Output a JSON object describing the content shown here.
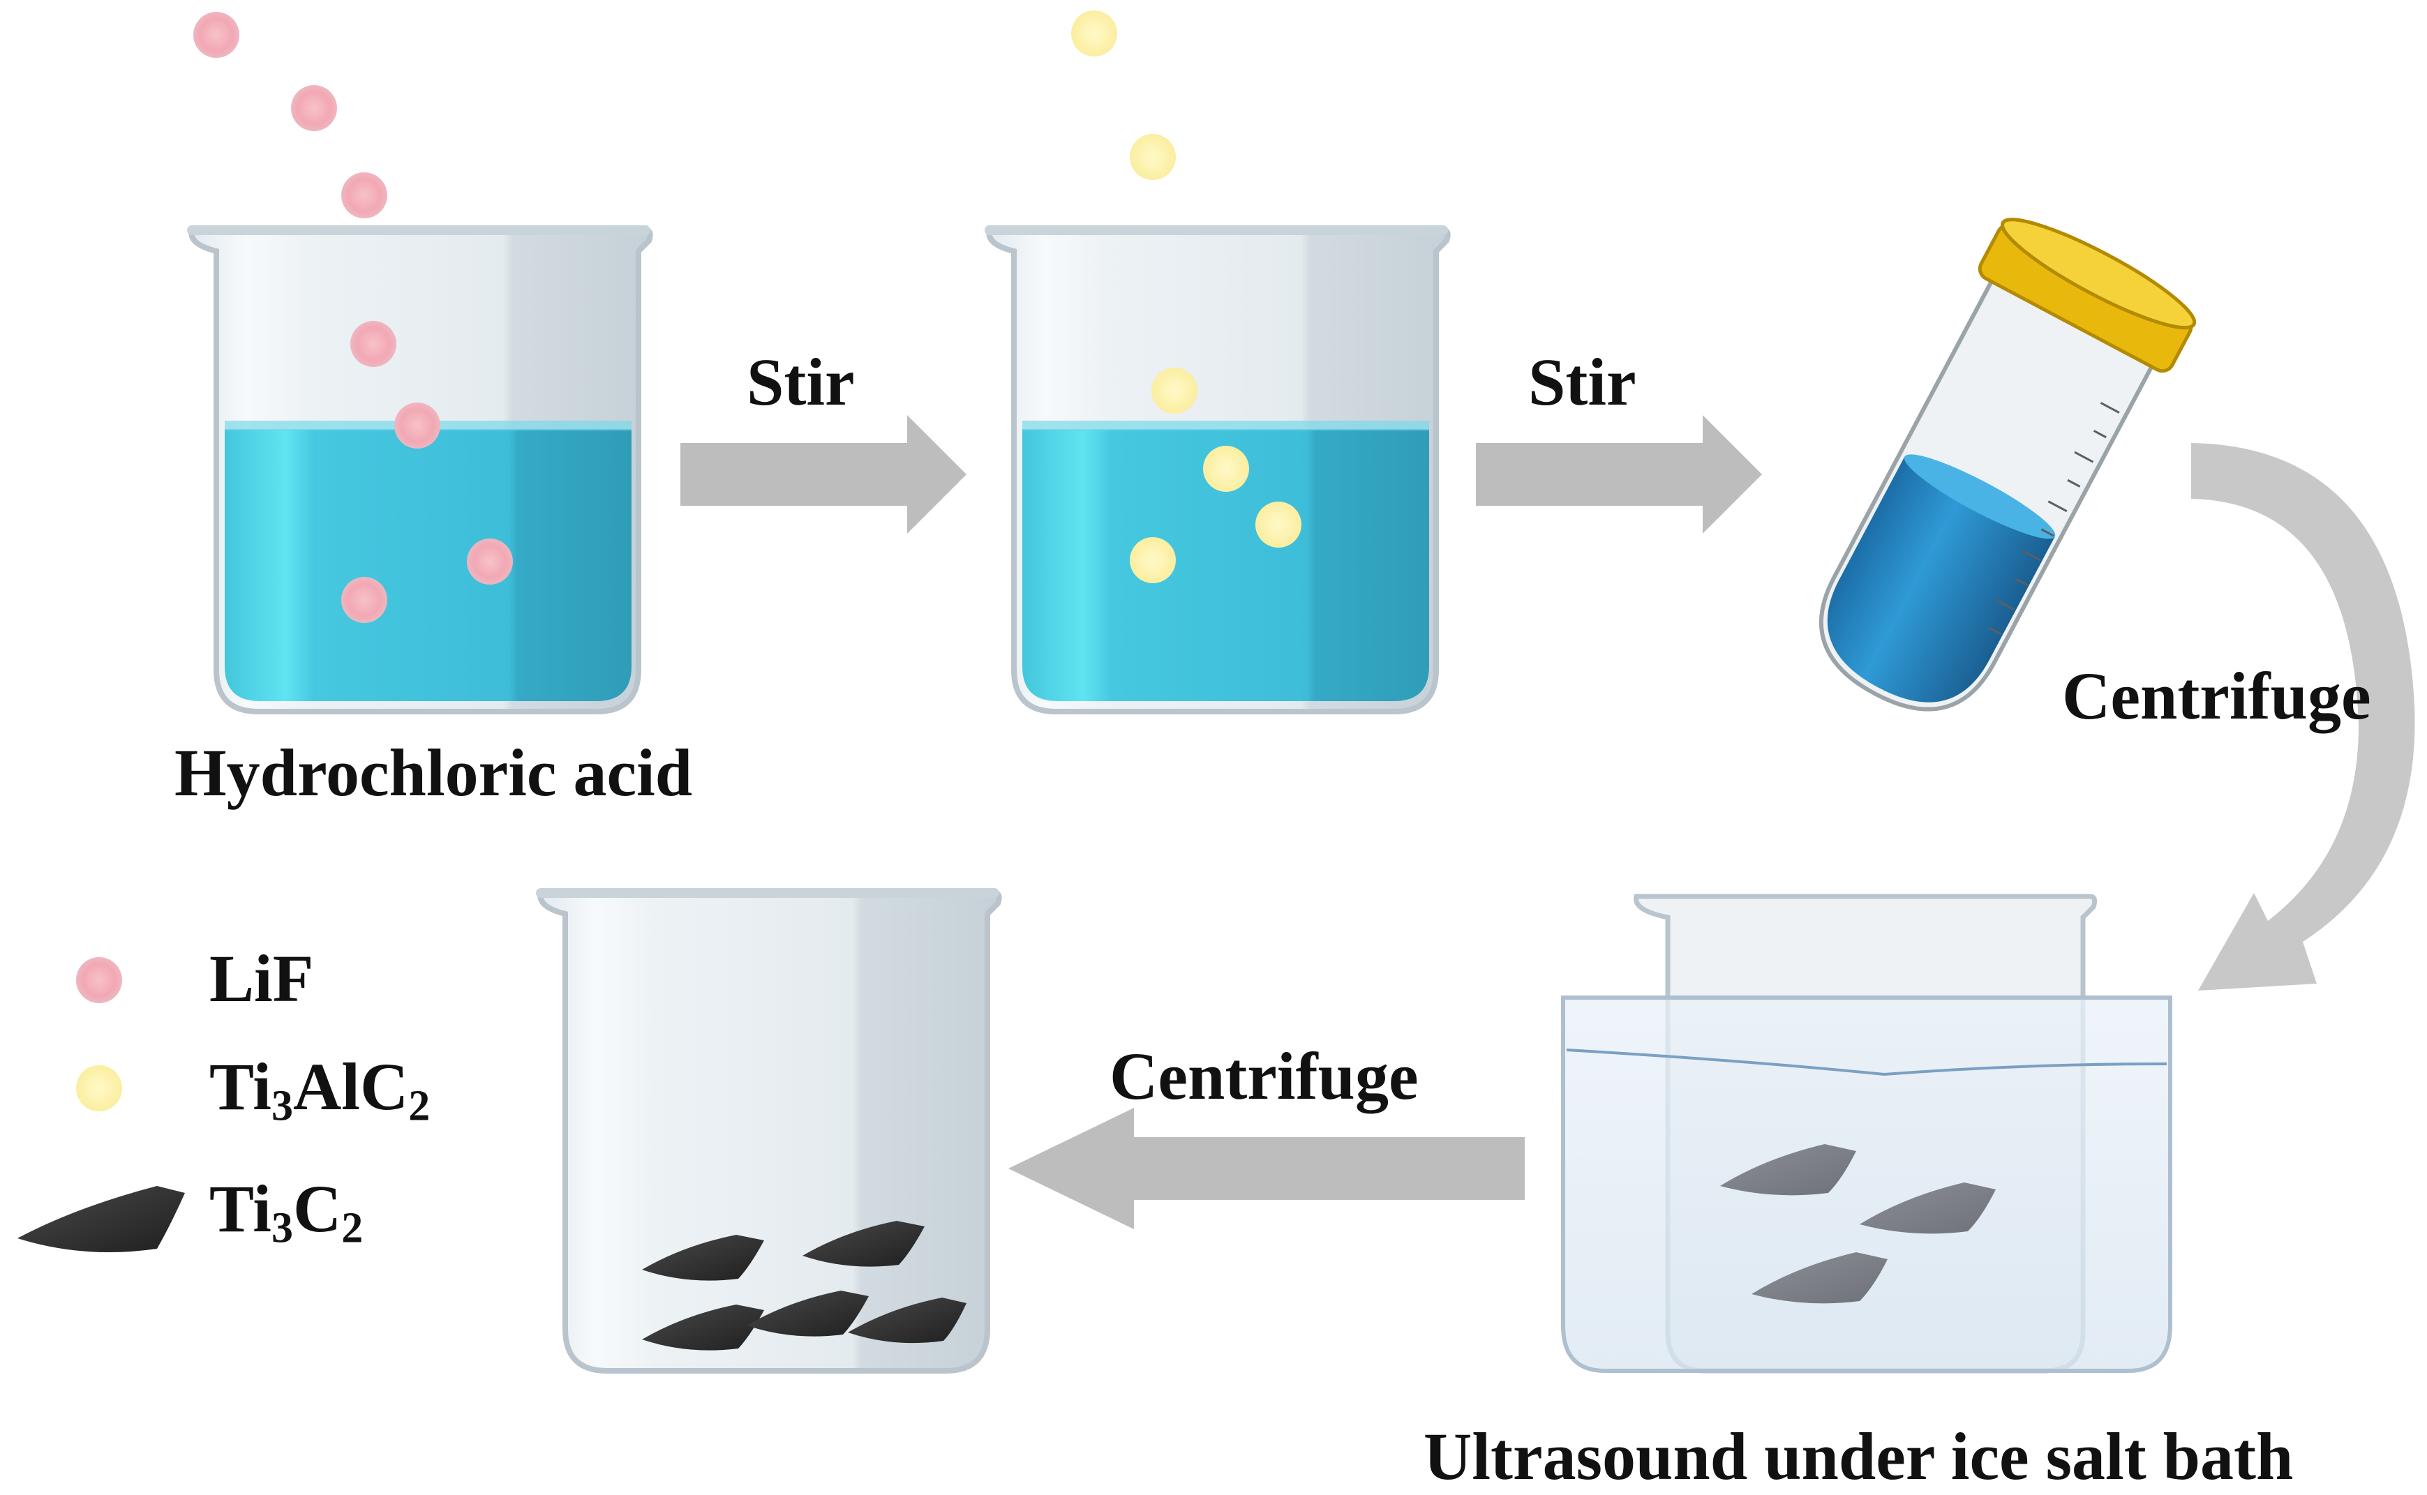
{
  "labels": {
    "stir_1": "Stir",
    "stir_2": "Stir",
    "hydrochloric_acid": "Hydrochloric acid",
    "centrifuge_right": "Centrifuge",
    "centrifuge_bottom": "Centrifuge",
    "ultrasound": "Ultrasound under ice salt bath"
  },
  "legend": {
    "lif": "LiF",
    "ti3alc2": {
      "a": "Ti",
      "b": "3",
      "c": "AlC",
      "d": "2"
    },
    "ti3c2": {
      "a": "Ti",
      "b": "3",
      "c": "C",
      "d": "2"
    }
  },
  "colors": {
    "liquid": "#3fbfd8",
    "lif_particle": "#f2a8b4",
    "ti3alc2_particle": "#fbf0a0",
    "flake": "#3a3a3a",
    "arrow": "#bdbdbd",
    "tube_cap": "#e8b80c",
    "tube_liquid": "#2a8fc9"
  }
}
